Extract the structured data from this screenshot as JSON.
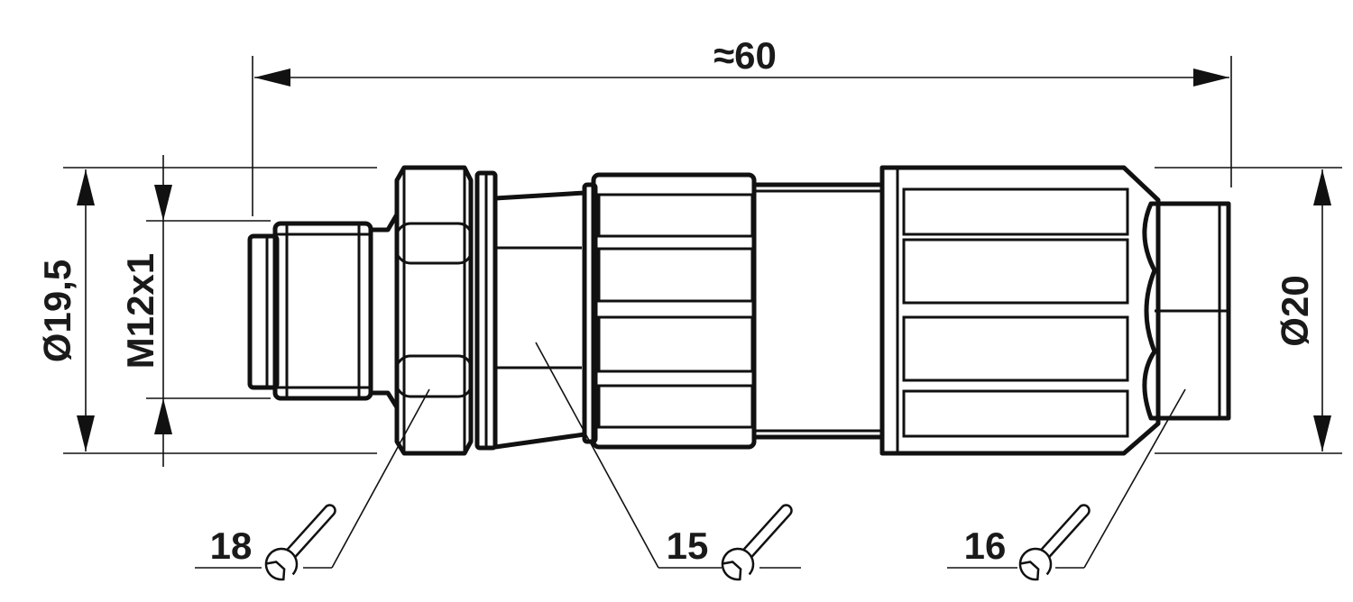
{
  "dimensions": {
    "overall_length": "≈60",
    "outer_diameter_left": "Ø19,5",
    "thread": "M12x1",
    "outer_diameter_right": "Ø20"
  },
  "wrench_callouts": {
    "nut_left": "18",
    "nut_middle": "15",
    "nut_right": "16"
  },
  "colors": {
    "line": "#111111",
    "background": "#ffffff"
  }
}
